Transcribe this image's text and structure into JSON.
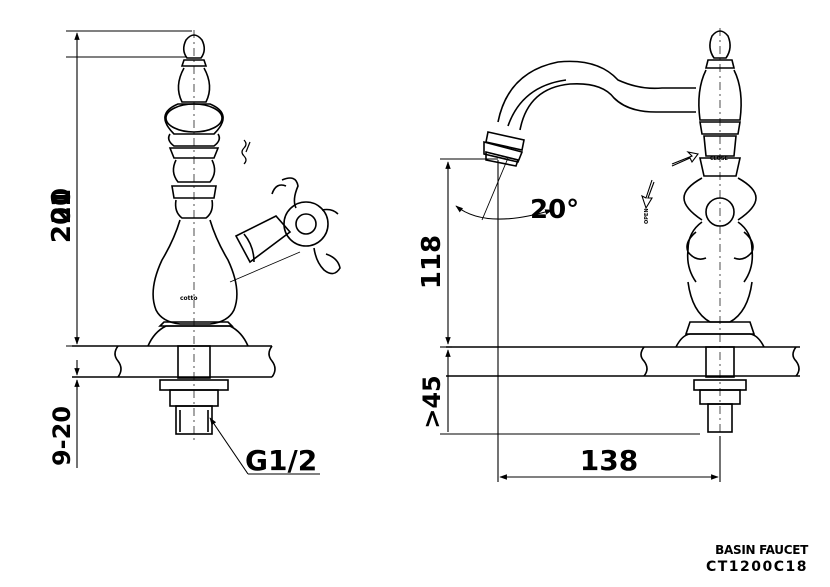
{
  "labels": {
    "height_total": "201",
    "cap_height": "20",
    "counter_thickness": "9-20",
    "thread": "G1/2",
    "angle": "20°",
    "spout_height": "118",
    "shank_min": ">45",
    "reach": "138",
    "brand_mark": "cotto",
    "close_mark": "CLOSE",
    "open_mark": "OPEN"
  },
  "title": {
    "name": "BASIN FAUCET",
    "code": "CT1200C18"
  },
  "colors": {
    "line": "#000000",
    "background": "#ffffff"
  }
}
